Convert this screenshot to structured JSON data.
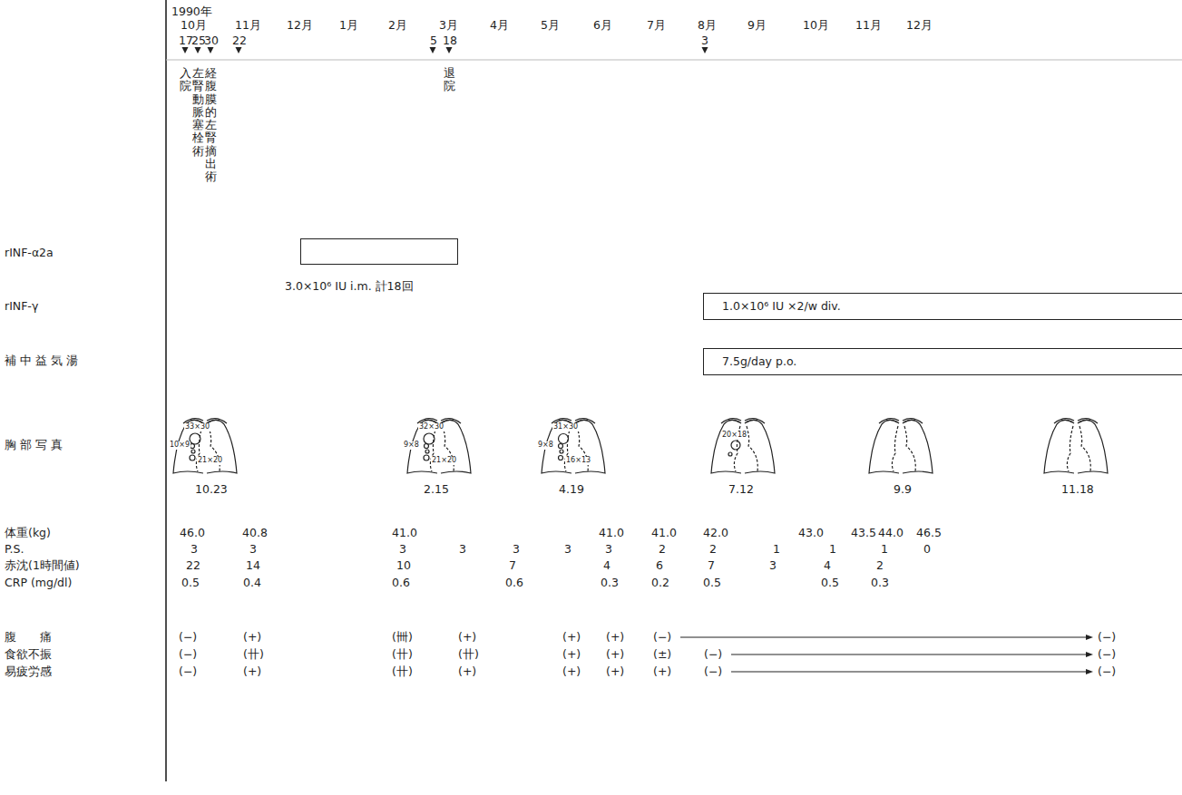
{
  "diagram": {
    "nodes": [
      {
        "text": [
          "3.0×10⁶ IU i.m. 計18回"
        ]
      },
      {
        "text": [
          "1.0×10⁶ IU ×2/w div."
        ]
      },
      {
        "text": [
          "7.5g/day p.o."
        ]
      }
    ],
    "labels": [
      "1990年",
      "10月",
      "11月",
      "12月",
      "1月",
      "2月",
      "3月",
      "4月",
      "5月",
      "6月",
      "7月",
      "8月",
      "9月",
      "10月",
      "11月",
      "12月",
      "17",
      "25",
      "30",
      "22",
      "5",
      "18",
      "3",
      "入院",
      "左腎動脈塞栓術",
      "経腹膜的左腎摘出術",
      "退院",
      "rINF-α2a",
      "rINF-γ",
      "補中益気湯",
      "胸部写真",
      "体重(kg)",
      "P.S.",
      "赤沈(1時間値)",
      "CRP (mg/dl)",
      "腹　　痛",
      "食欲不振",
      "易疲労感",
      "33×30",
      "10×9",
      "21×20",
      "32×30",
      "9×8",
      "21×20",
      "31×30",
      "9×8",
      "16×13",
      "20×18",
      "10.23",
      "2.15",
      "4.19",
      "7.12",
      "9.9",
      "11.18",
      "46.0",
      "40.8",
      "41.0",
      "41.0",
      "41.0",
      "42.0",
      "43.0",
      "43.5",
      "44.0",
      "46.5",
      "3",
      "3",
      "3",
      "3",
      "3",
      "3",
      "3",
      "2",
      "2",
      "1",
      "1",
      "1",
      "0",
      "22",
      "14",
      "10",
      "7",
      "4",
      "6",
      "7",
      "3",
      "4",
      "2",
      "0.5",
      "0.4",
      "0.6",
      "0.6",
      "0.3",
      "0.2",
      "0.5",
      "0.5",
      "0.3",
      "(−)",
      "(+)",
      "(卌)",
      "(+)",
      "(+)",
      "(+)",
      "(−)",
      "(−)",
      "(−)",
      "(卄)",
      "(卄)",
      "(卄)",
      "(+)",
      "(+)",
      "(±)",
      "(−)",
      "(−)",
      "(−)",
      "(+)",
      "(卄)",
      "(+)",
      "(+)",
      "(+)",
      "(+)",
      "(−)",
      "(−)"
    ]
  }
}
